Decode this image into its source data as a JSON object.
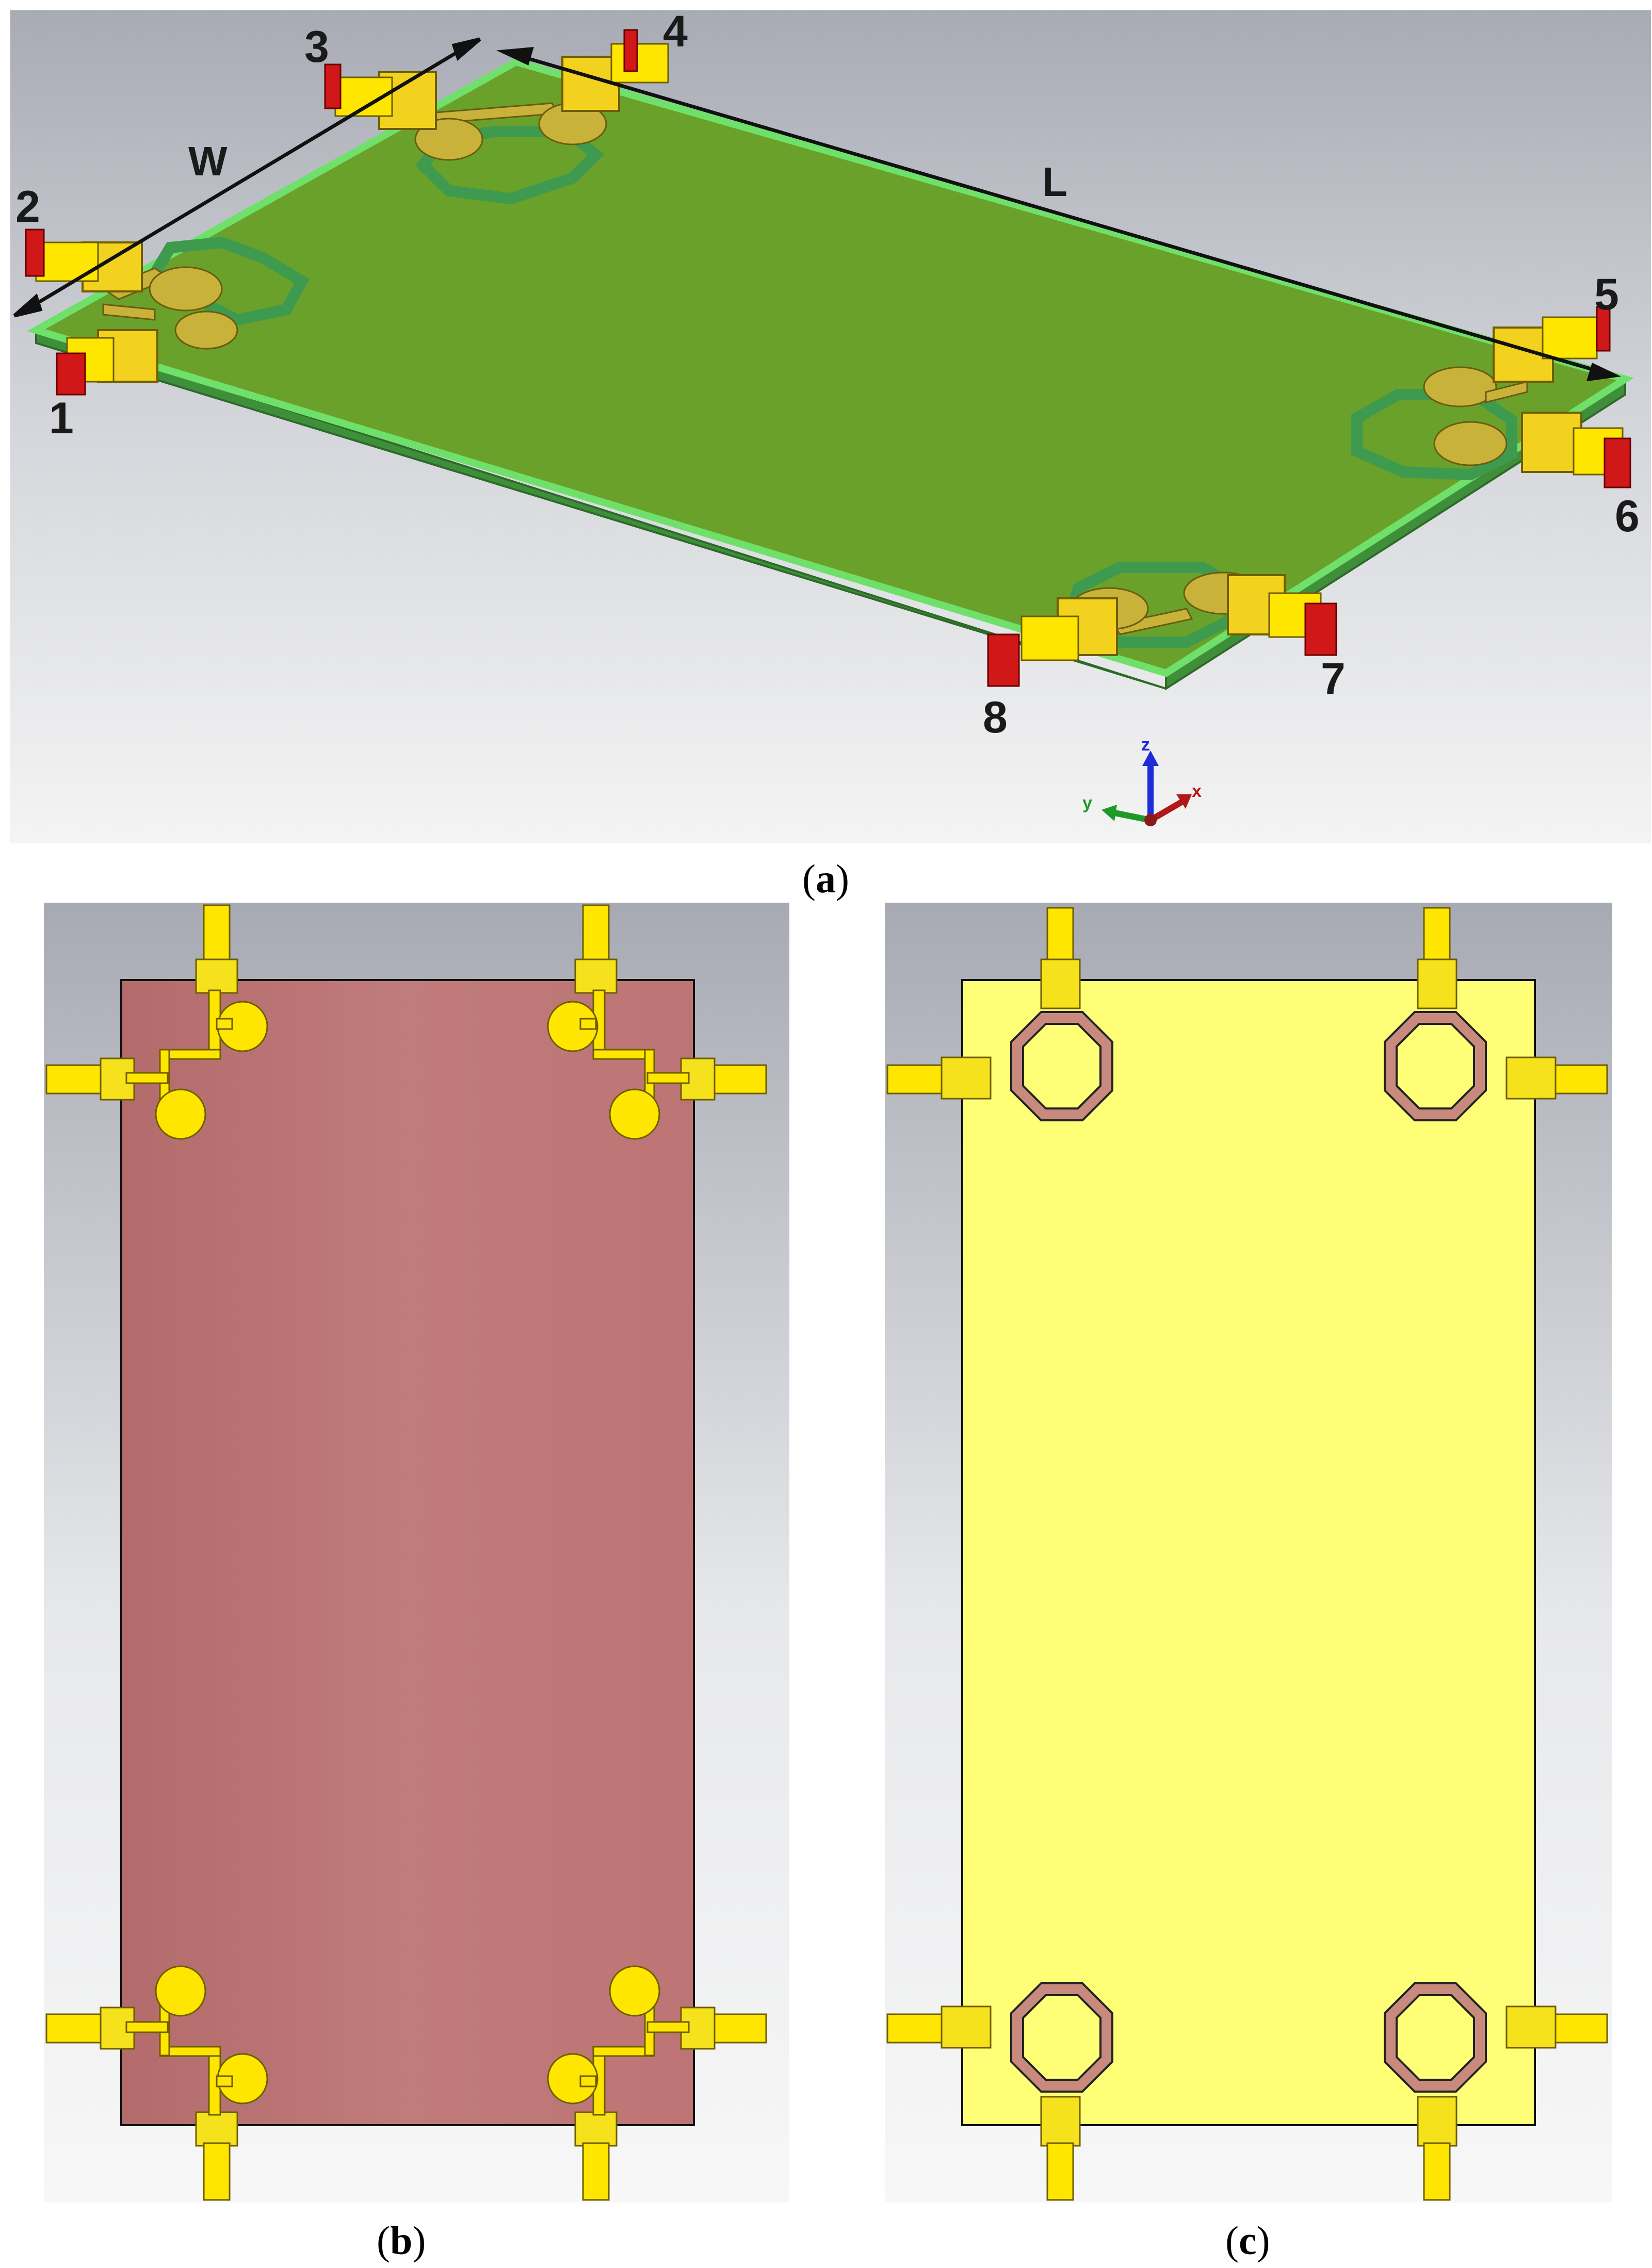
{
  "panels": [
    {
      "id": "a",
      "caption_open": "(",
      "caption_letter": "a",
      "caption_close": ")",
      "ports": [
        "1",
        "2",
        "3",
        "4",
        "5",
        "6",
        "7",
        "8"
      ],
      "dimension_labels": {
        "width": "W",
        "length": "L"
      },
      "axes": {
        "z": "z",
        "y": "y",
        "x": "x"
      }
    },
    {
      "id": "b",
      "caption_open": "(",
      "caption_letter": "b",
      "caption_close": ")"
    },
    {
      "id": "c",
      "caption_open": "(",
      "caption_letter": "c",
      "caption_close": ")"
    }
  ],
  "colors": {
    "background_top": "#a9acb5",
    "background_bottom": "#f2f2f2",
    "substrate_green": "#6aa12a",
    "substrate_edge": "#6fe06a",
    "copper_gold": "#c9b23a",
    "connector_yellow": "#ffe600",
    "port_red": "#d01818",
    "front_face": "#bc7676",
    "ground_plane": "#ffff77",
    "ring": "#c98a7e"
  }
}
